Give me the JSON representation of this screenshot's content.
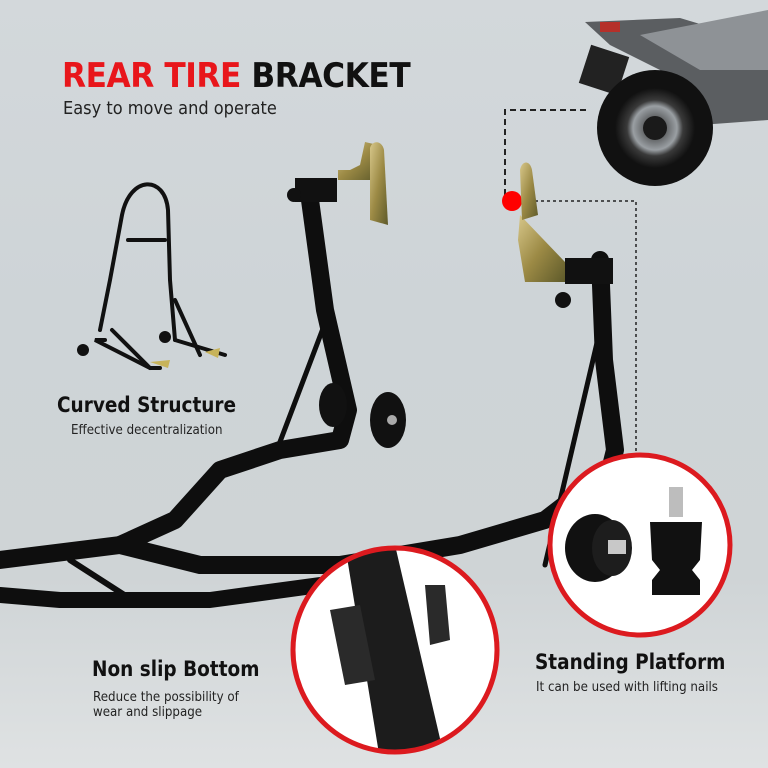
{
  "header": {
    "title_highlight": "REAR TIRE",
    "title_rest": "BRACKET",
    "subtitle": "Easy to move and operate"
  },
  "features": [
    {
      "title": "Curved Structure",
      "desc_lines": [
        "Effective decentralization"
      ]
    },
    {
      "title": "Non slip Bottom",
      "desc_lines": [
        "Reduce the possibility of",
        "wear and slippage"
      ]
    },
    {
      "title": "Standing Platform",
      "desc_lines": [
        "It can be used with lifting nails"
      ]
    }
  ],
  "colors": {
    "accent_red": "#e8161b",
    "text_dark": "#111111",
    "background": "#d3d8db",
    "stand_black": "#111111",
    "hook_gold": "#b8a35a"
  },
  "images": {
    "motorcycle": "motorcycle-rear-wheel-photo",
    "stand_main": "rear-stand-main-photo",
    "stand_thumb": "rear-stand-thumbnail-photo",
    "detail_bottom": "non-slip-bottom-closeup",
    "detail_platform": "spool-lifting-nails-closeup"
  }
}
